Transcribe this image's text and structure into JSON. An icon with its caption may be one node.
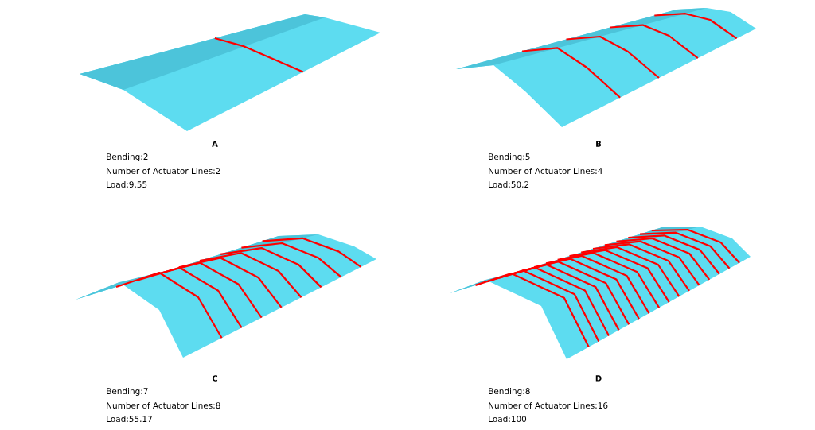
{
  "diagram": {
    "labels": [
      "A",
      "Bending:2",
      "Number of Actuator Lines:2",
      "Load:9.55",
      "B",
      "Bending:5",
      "Number of Actuator Lines:4",
      "Load:50.2",
      "C",
      "Bending:7",
      "Number of Actuator Lines:8",
      "Load:55.17",
      "D",
      "Bending:8",
      "Number of Actuator Lines:16",
      "Load:100"
    ]
  }
}
